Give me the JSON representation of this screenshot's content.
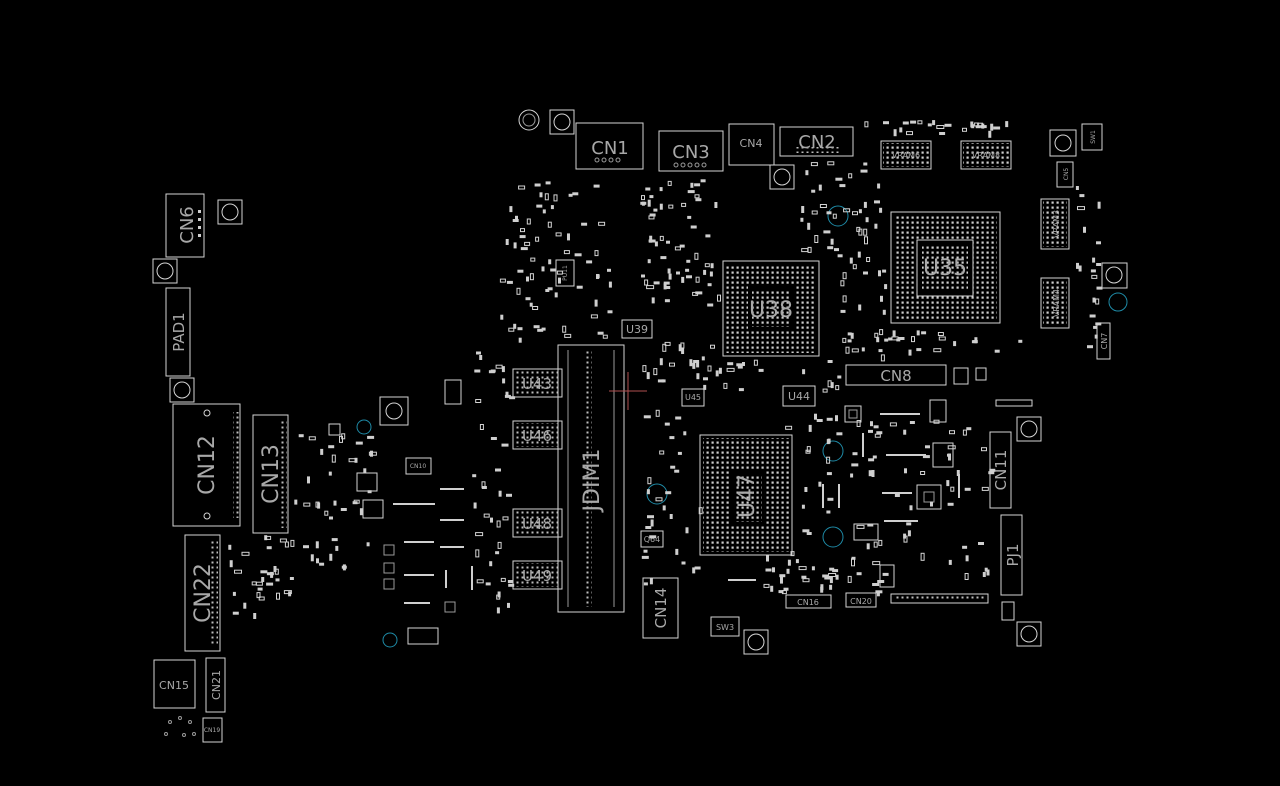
{
  "view": {
    "background": "#000000",
    "outline_color": "#d4d4d4",
    "label_color": "#a8a8a8",
    "hole_color": "#1e8aa6",
    "cursor_color": "#b05050"
  },
  "labels": {
    "cn1": "CN1",
    "cn2": "CN2",
    "cn3": "CN3",
    "cn4": "CN4",
    "cn5": "CN5",
    "cn6": "CN6",
    "cn7": "CN7",
    "cn8": "CN8",
    "cn10": "CN10",
    "cn11": "CN11",
    "cn12": "CN12",
    "cn13": "CN13",
    "cn14": "CN14",
    "cn15": "CN15",
    "cn16": "CN16",
    "cn19": "CN19",
    "cn20": "CN20",
    "cn21": "CN21",
    "cn22": "CN22",
    "pad1": "PAD1",
    "pj1": "PJ1",
    "jdim1": "JDIM1",
    "u35": "U35",
    "u38": "U38",
    "u39": "U39",
    "u43": "U43",
    "u44": "U44",
    "u45": "U45",
    "u46": "U46",
    "u47": "U47",
    "u48": "U48",
    "u49": "U49",
    "q64": "Q64",
    "sw1": "SW1",
    "sw3": "SW3",
    "vram3": "VRAM3",
    "vram4": "VRAM4",
    "vram6": "VRAM6",
    "vram8": "VRAM8",
    "pu11": "PU11"
  }
}
